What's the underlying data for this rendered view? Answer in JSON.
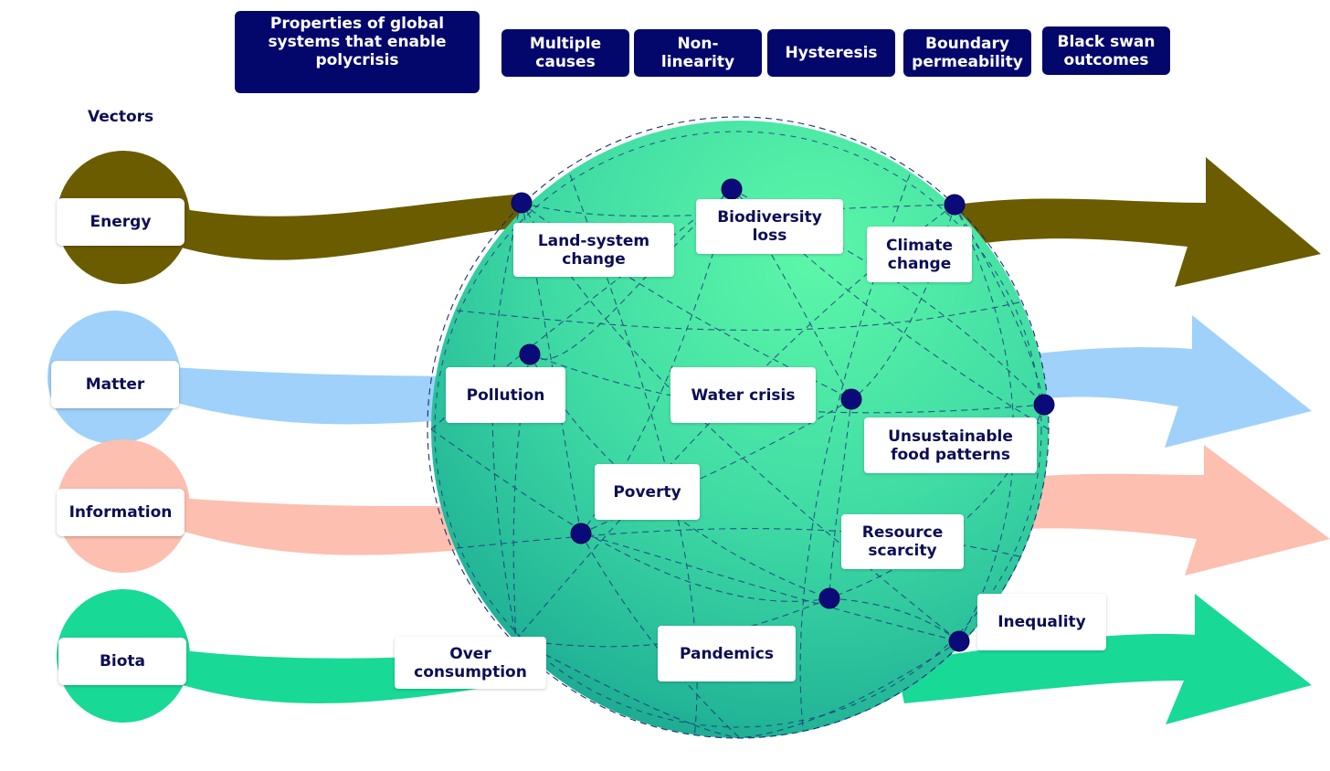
{
  "properties": {
    "heading": "Properties of global\nsystems that enable\npolycrisis",
    "items": [
      "Multiple\ncauses",
      "Non-\nlinearity",
      "Hysteresis",
      "Boundary\npermeability",
      "Black swan\noutcomes"
    ]
  },
  "vectors": {
    "heading": "Vectors",
    "items": [
      {
        "label": "Energy",
        "color": "#6b5c00"
      },
      {
        "label": "Matter",
        "color": "#9fd1fa"
      },
      {
        "label": "Information",
        "color": "#fdbfb0"
      },
      {
        "label": "Biota",
        "color": "#18d996"
      }
    ]
  },
  "crises": {
    "land_system_change": "Land-system\nchange",
    "biodiversity_loss": "Biodiversity\nloss",
    "climate_change": "Climate\nchange",
    "pollution": "Pollution",
    "water_crisis": "Water crisis",
    "unsustainable_food_patterns": "Unsustainable\nfood patterns",
    "poverty": "Poverty",
    "resource_scarcity": "Resource\nscarcity",
    "inequality": "Inequality",
    "over_consumption": "Over\nconsumption",
    "pandemics": "Pandemics"
  },
  "colors": {
    "navy": "#03076b",
    "sphere_light": "#5cf5a6",
    "sphere_dark": "#139a8a"
  }
}
